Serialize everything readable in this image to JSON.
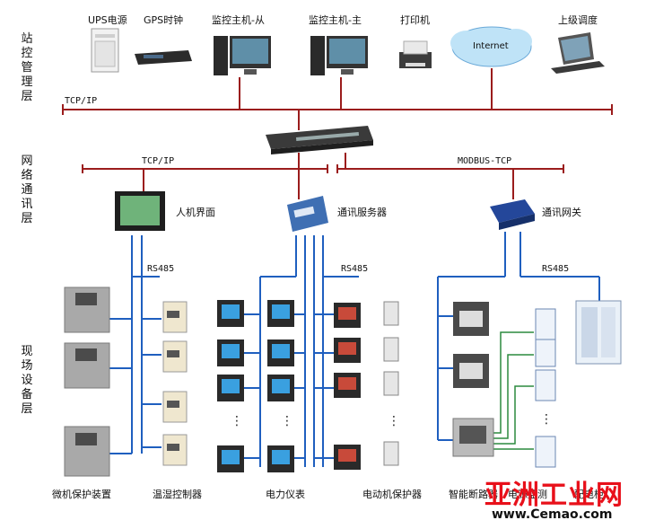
{
  "layers": {
    "station": "站控管理层",
    "network": "网络通讯层",
    "field": "现场设备层"
  },
  "devices": {
    "ups": "UPS电源",
    "gps": "GPS时钟",
    "slave": "监控主机-从",
    "master": "监控主机-主",
    "printer": "打印机",
    "internet": "Internet",
    "dispatch": "上级调度",
    "hmi": "人机界面",
    "comm_server": "通讯服务器",
    "gateway": "通讯网关"
  },
  "buses": {
    "top": "TCP/IP",
    "mid_left": "TCP/IP",
    "mid_right": "MODBUS-TCP",
    "rs485_1": "RS485",
    "rs485_2": "RS485",
    "rs485_3": "RS485"
  },
  "field_labels": {
    "relay": "微机保护装置",
    "temp": "温湿控制器",
    "meter": "电力仪表",
    "motor": "电动机保护器",
    "breaker": "智能断路器",
    "monitor": "电源监测",
    "cabinet": "配电柜"
  },
  "watermark": {
    "brand": "亚洲工业网",
    "url": "www.Cemao.com"
  },
  "colors": {
    "bus": "#9b1c1c",
    "rs485": "#1f5fbf",
    "watermark": "#e8101a"
  }
}
